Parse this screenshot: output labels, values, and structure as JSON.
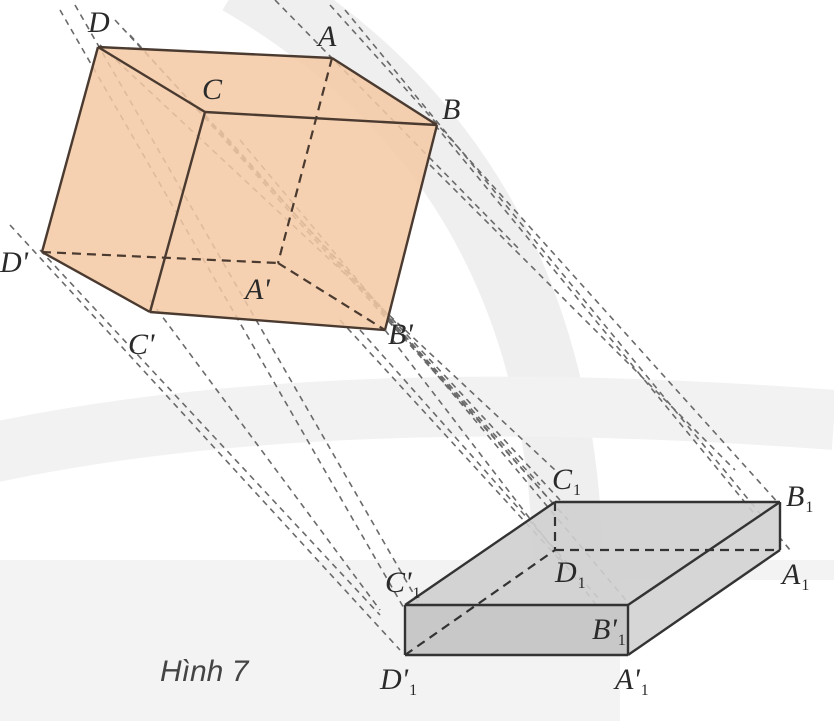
{
  "figure": {
    "caption": "Hình 7",
    "colors": {
      "cube_fill": "#f3c9a3",
      "cube_edge": "#4a3a30",
      "box_fill": "#cfcfcf",
      "box_edge": "#333333",
      "projection_line": "#666666",
      "background": "#ffffff",
      "watermark": "#eeeeee"
    }
  },
  "labels": {
    "top_cube": {
      "D": "D",
      "A": "A",
      "C": "C",
      "B": "B",
      "D_prime": "D'",
      "A_prime": "A'",
      "C_prime": "C'",
      "B_prime": "B'"
    },
    "bottom_box": {
      "C1": "C",
      "C1_sub": "1",
      "B1": "B",
      "B1_sub": "1",
      "D1": "D",
      "D1_sub": "1",
      "A1": "A",
      "A1_sub": "1",
      "C1_prime": "C'",
      "C1_prime_sub": "1",
      "B1_prime": "B'",
      "B1_prime_sub": "1",
      "D1_prime": "D'",
      "D1_prime_sub": "1",
      "A1_prime": "A'",
      "A1_prime_sub": "1"
    }
  }
}
